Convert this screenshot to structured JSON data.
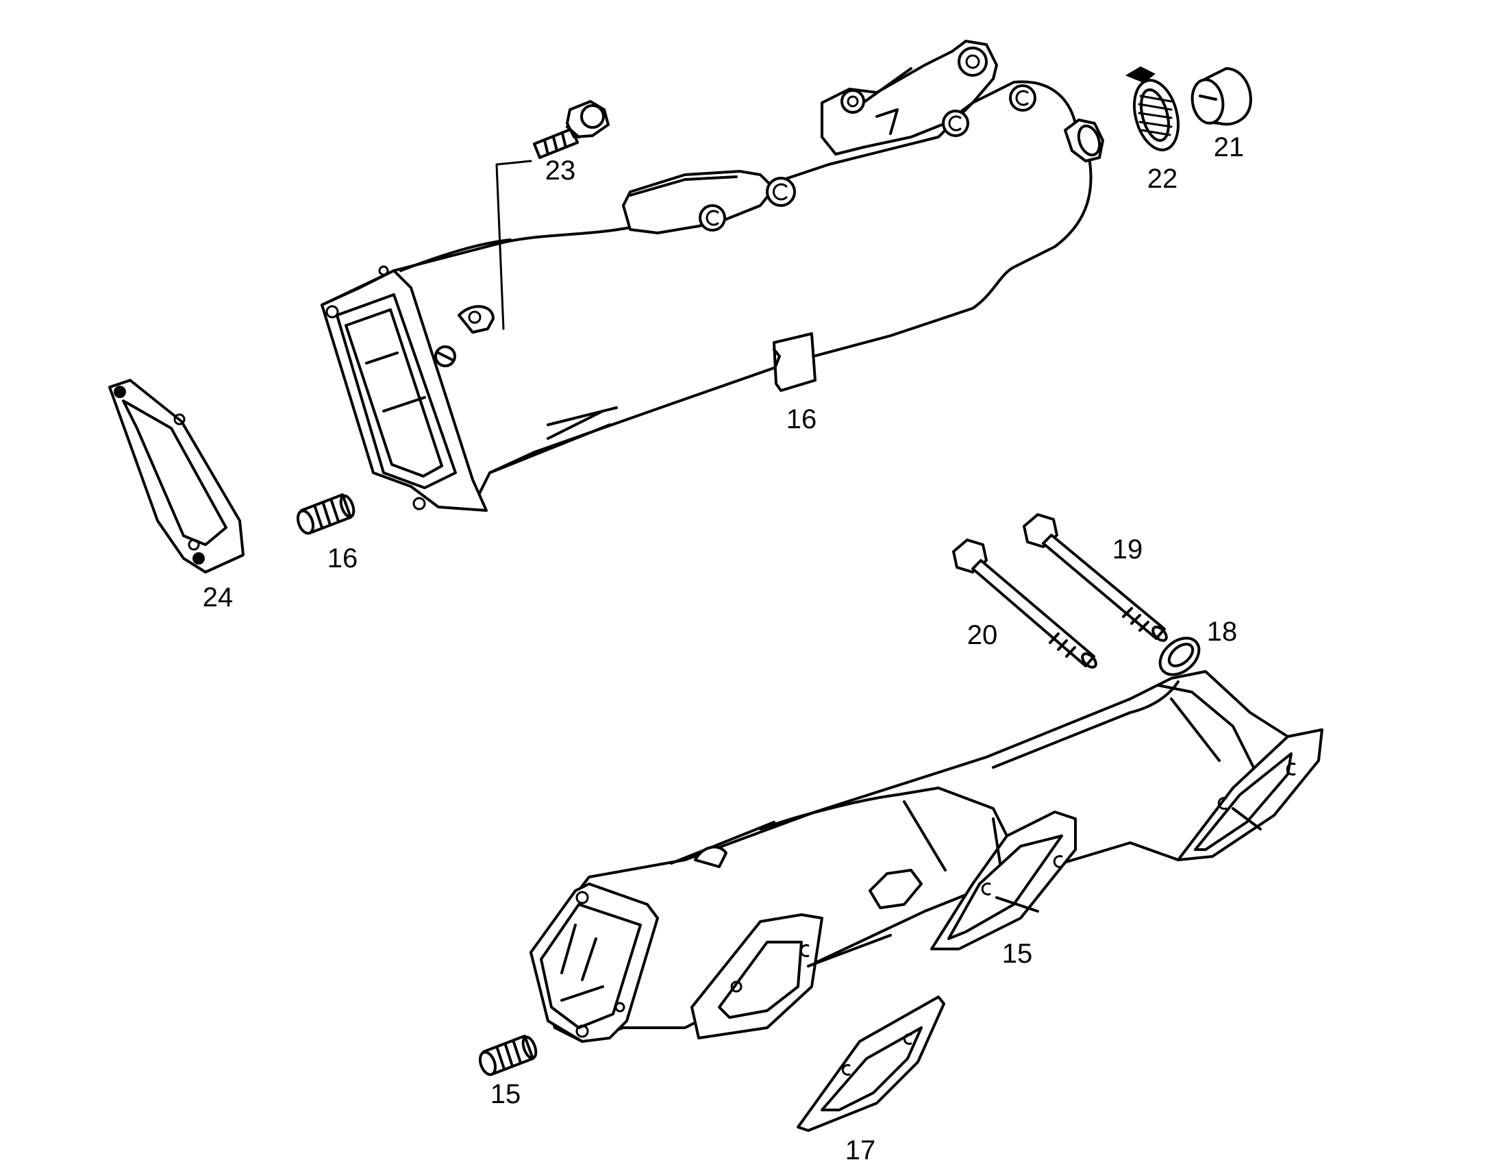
{
  "diagram": {
    "callouts": {
      "c23": "23",
      "c22": "22",
      "c21": "21",
      "c16_upper": "16",
      "c16_plug": "16",
      "c24": "24",
      "c19": "19",
      "c20": "20",
      "c18": "18",
      "c15_lower": "15",
      "c15_plug": "15",
      "c17": "17"
    }
  }
}
